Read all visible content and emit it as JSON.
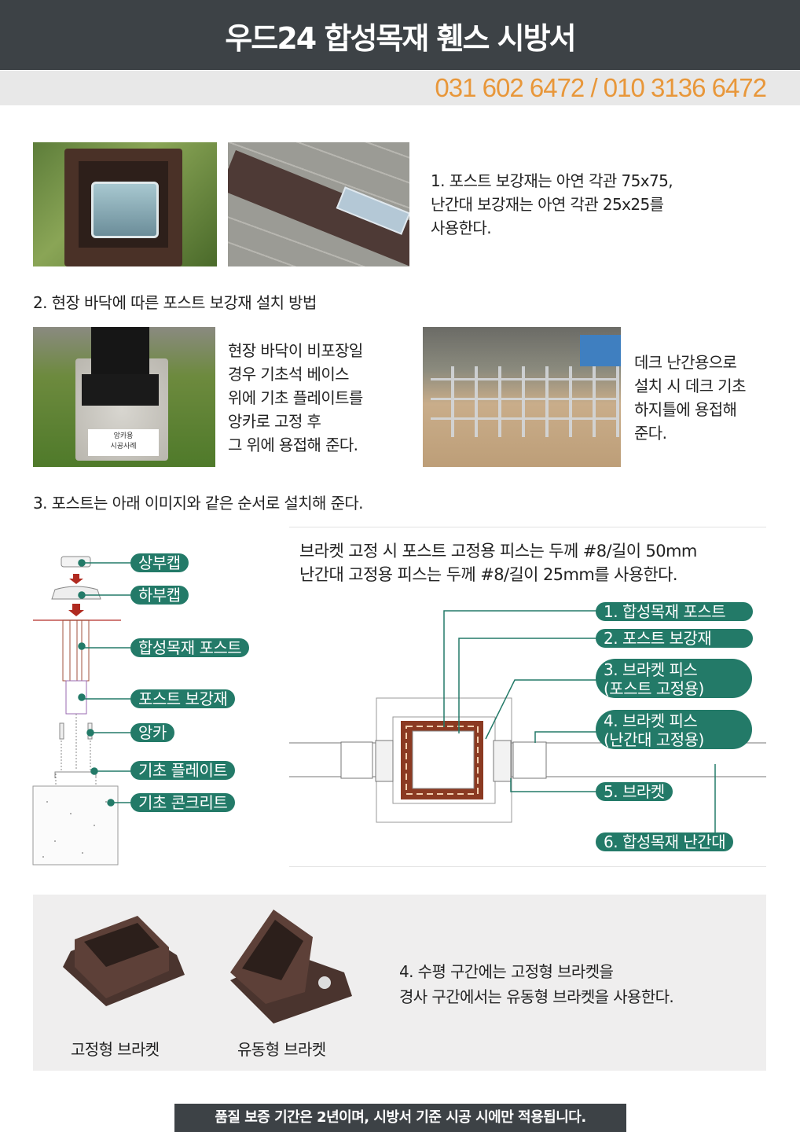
{
  "header": {
    "title": "우드24 합성목재 휀스 시방서",
    "phone": "031 602 6472 / 010 3136 6472"
  },
  "section1": {
    "text": "1. 포스트 보강재는 아연 각관 75x75,\n난간대 보강재는 아연 각관 25x25를\n사용한다."
  },
  "section2": {
    "title": "2. 현장 바닥에 따른 포스트 보강재 설치 방법",
    "photo_sign": "앙카용\n시공사례",
    "text_left": "현장 바닥이 비포장일\n경우 기초석 베이스\n위에 기초 플레이트를\n앙카로 고정 후\n그 위에 용접해 준다.",
    "text_right": "데크 난간용으로\n설치 시 데크 기초\n하지틀에 용접해\n준다."
  },
  "section3": {
    "title": "3. 포스트는 아래 이미지와 같은 순서로 설치해 준다.",
    "left_labels": [
      "상부캡",
      "하부캡",
      "합성목재 포스트",
      "포스트 보강재",
      "앙카",
      "기초 플레이트",
      "기초 콘크리트"
    ],
    "note": "브라켓 고정 시 포스트 고정용 피스는 두께 #8/길이 50mm\n난간대 고정용 피스는 두께 #8/길이 25mm를 사용한다.",
    "right_labels": [
      "1. 합성목재 포스트",
      "2. 포스트 보강재",
      "3. 브라켓 피스\n   (포스트 고정용)",
      "4. 브라켓 피스\n   (난간대 고정용)",
      "5. 브라켓",
      "6. 합성목재 난간대"
    ]
  },
  "section4": {
    "fixed_label": "고정형 브라켓",
    "movable_label": "유동형 브라켓",
    "text": "4. 수평 구간에는 고정형 브라켓을\n경사 구간에서는  유동형 브라켓을 사용한다."
  },
  "footer": "품질 보증 기간은 2년이며, 시방서 기준 시공 시에만 적용됩니다.",
  "colors": {
    "header": "#3d4246",
    "accent": "#e8973a",
    "label": "#237a68",
    "post": "#8b3a22"
  }
}
